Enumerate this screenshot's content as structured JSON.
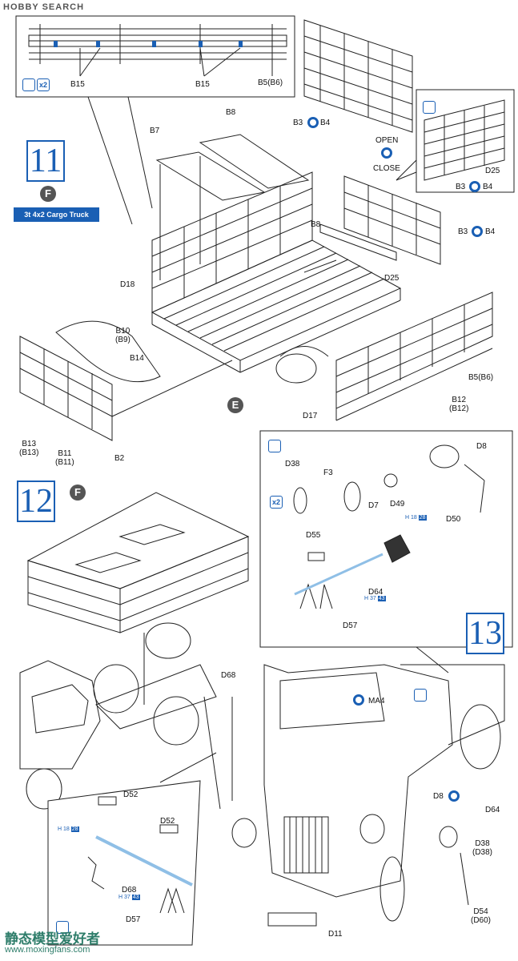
{
  "header": {
    "logo": "HOBBY SEARCH",
    "brand_hobby": "HOBBY",
    "brand_search": "SEARCH"
  },
  "steps": {
    "s11": "11",
    "s12": "12",
    "s13": "13"
  },
  "assembly_letter": "F",
  "sub_e": "E",
  "variant_banner": "3t 4x2 Cargo Truck",
  "multiplier": "x2",
  "labels": {
    "B15a": "B15",
    "B15b": "B15",
    "B5B6top": "B5(B6)",
    "B3B4a_l": "B3",
    "B3B4a_r": "B4",
    "open": "OPEN",
    "close": "CLOSE",
    "D25inset": "D25",
    "B3B4b_l": "B3",
    "B3B4b_r": "B4",
    "B3B4c_l": "B3",
    "B3B4c_r": "B4",
    "B8a": "B8",
    "B7": "B7",
    "B8b": "B8",
    "D25": "D25",
    "D18": "D18",
    "B10": "B10",
    "B10sub": "(B9)",
    "B14": "B14",
    "B5B6": "B5(B6)",
    "B12": "B12",
    "B12sub": "(B12)",
    "D17": "D17",
    "B13": "B13",
    "B13sub": "(B13)",
    "B11": "B11",
    "B11sub": "(B11)",
    "B2": "B2",
    "D8": "D8",
    "D38": "D38",
    "F3": "F3",
    "D7": "D7",
    "D49": "D49",
    "D50": "D50",
    "D55": "D55",
    "D64": "D64",
    "D57": "D57",
    "D68": "D68",
    "MA4": "MA4",
    "D8b": "D8",
    "D64b": "D64",
    "D38b": "D38",
    "D38bsub": "(D38)",
    "D54": "D54",
    "D54sub": "(D60)",
    "D11": "D11",
    "D52a": "D52",
    "D52b": "D52",
    "D68b": "D68",
    "D57b": "D57"
  },
  "h_badges": {
    "h1": "H 18",
    "h1v": "28",
    "h2": "H 37",
    "h2v": "43",
    "h3": "H 18",
    "h3v": "28",
    "h4": "H 37",
    "h4v": "43"
  },
  "watermark": {
    "line1": "静态模型爱好者",
    "line2": "www.moxingfans.com"
  },
  "colors": {
    "accent": "#1a5fb4",
    "line": "#222222",
    "rod": "#8fbfe6"
  }
}
